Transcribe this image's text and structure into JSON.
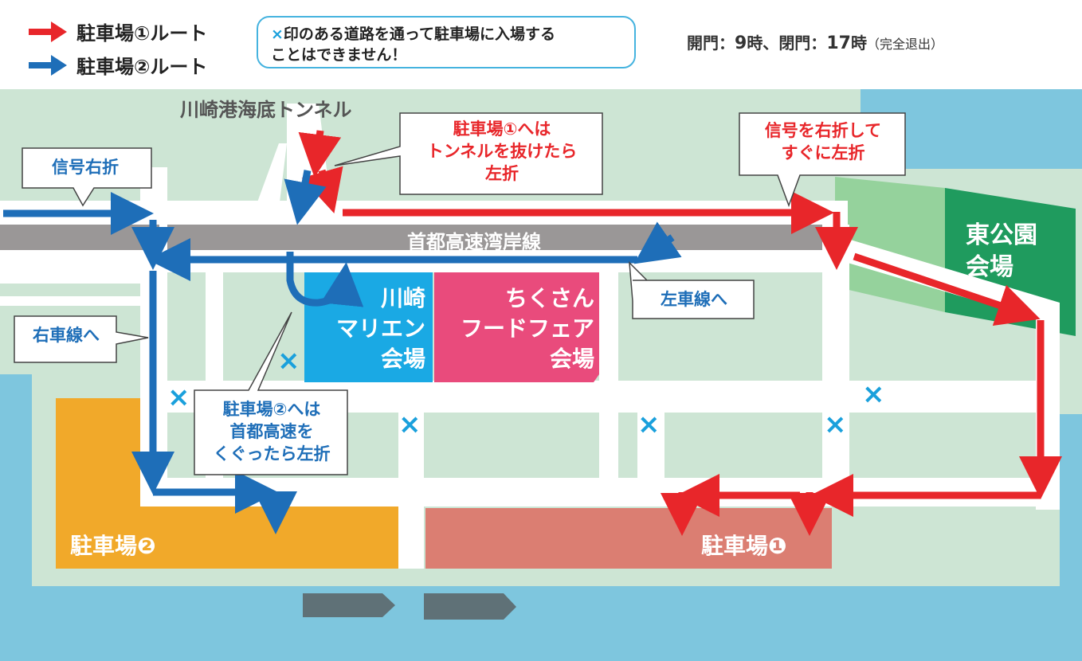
{
  "legend": {
    "route1_label": "駐車場①ルート",
    "route2_label": "駐車場②ルート",
    "route1_color": "#e8262a",
    "route2_color": "#1e6eb8"
  },
  "notice": {
    "line1_mark": "×",
    "line1": "印のある道路を通って駐車場に入場する",
    "line2": "ことはできません！"
  },
  "hours": {
    "open_label": "開門：",
    "open_time": "9",
    "open_unit": "時、",
    "close_label": "閉門：",
    "close_time": "17",
    "close_unit": "時",
    "close_note": "（完全退出）"
  },
  "map": {
    "tunnel": "川崎港海底トンネル",
    "highway": "首都高速湾岸線",
    "venues": {
      "marien": [
        "川崎",
        "マリエン",
        "会場"
      ],
      "food_fair": [
        "ちくさん",
        "フードフェア",
        "会場"
      ],
      "east_park": [
        "東公園",
        "会場"
      ]
    },
    "parking": {
      "lot2": "駐車場❷",
      "lot1": "駐車場❶"
    },
    "callouts": {
      "signal_right_turn": "信号右折",
      "lot1_tunnel": [
        "駐車場①へは",
        "トンネルを抜けたら",
        "左折"
      ],
      "signal_right_then_left": [
        "信号を右折して",
        "すぐに左折"
      ],
      "to_left_lane": "左車線へ",
      "to_right_lane": "右車線へ",
      "lot2_under_highway": [
        "駐車場②へは",
        "首都高速を",
        "くぐったら左折"
      ]
    },
    "no_entry_mark": "×",
    "colors": {
      "ground": "#cde5d4",
      "water": "#7ec6de",
      "road": "#ffffff",
      "highway": "#9a9797",
      "venue_marien": "#1aa9e4",
      "venue_food": "#e94b7c",
      "venue_east": "#1f9b5e",
      "park_green": "#95d29c",
      "lot2": "#f1a92a",
      "lot1": "#db7e72",
      "route_red": "#e8262a",
      "route_blue": "#1e6eb8",
      "no_entry": "#1aa0dc"
    }
  }
}
